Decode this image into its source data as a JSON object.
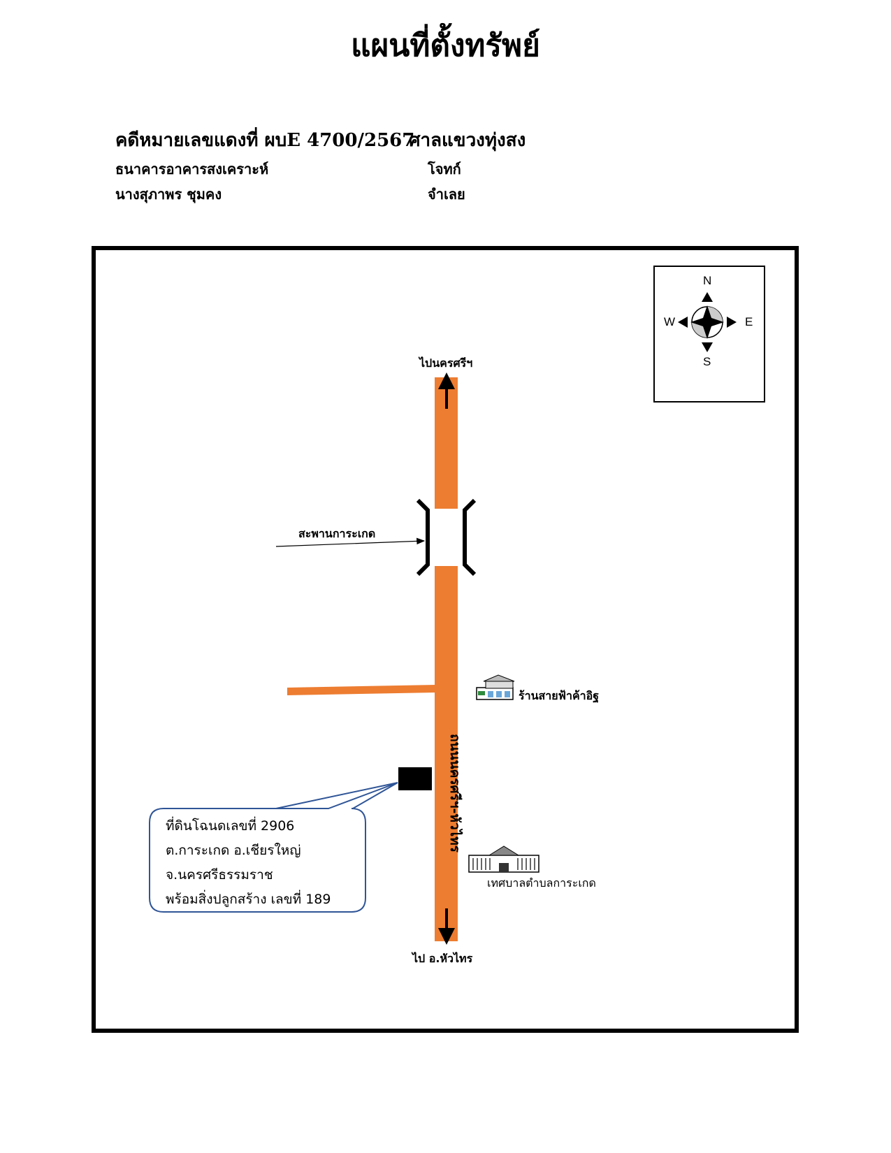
{
  "title": "แผนที่ตั้งทรัพย์",
  "case": {
    "number_label": "คดีหมายเลขแดงที่ ผบE 4700/2567",
    "court": "ศาลแขวงทุ่งสง"
  },
  "parties": [
    {
      "name": "ธนาคารอาคารสงเคราะห์",
      "role": "โจทก์"
    },
    {
      "name": "นางสุภาพร  ชุมคง",
      "role": "จำเลย"
    }
  ],
  "map": {
    "compass": {
      "n": "N",
      "s": "S",
      "e": "E",
      "w": "W"
    },
    "to_north_label": "ไปนครศรีฯ",
    "to_south_label": "ไป อ.หัวไทร",
    "bridge_label": "สะพานการะเกด",
    "road_name": "ถนนนครศรีฯ-หัวไทร",
    "landmarks": {
      "shop": "ร้านสายฟ้าค้าอิฐ",
      "municipality": "เทศบาลตำบลการะเกด"
    },
    "property_callout": [
      "ที่ดินโฉนดเลขที่ 2906",
      "ต.การะเกด อ.เชียรใหญ่",
      "จ.นครศรีธรรมราช",
      "พร้อมสิ่งปลูกสร้าง เลขที่ 189"
    ],
    "colors": {
      "road": "#ED7D31",
      "callout_border": "#2F5597",
      "leader_line": "#2F5597"
    }
  }
}
